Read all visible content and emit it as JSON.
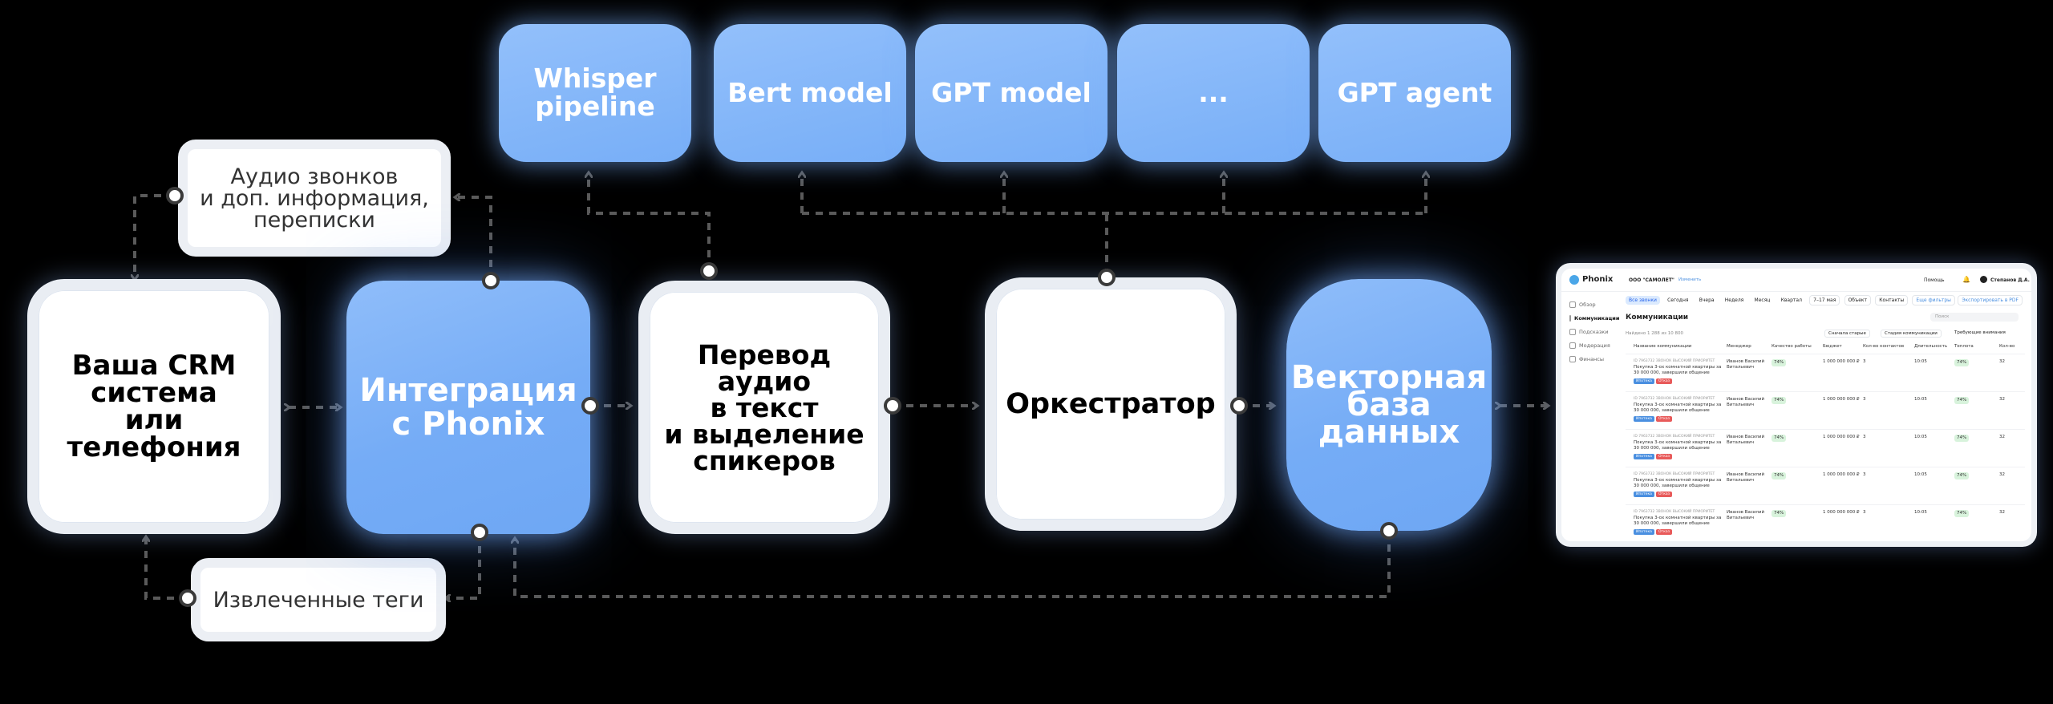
{
  "diagram": {
    "crm": "Ваша CRM\nсистема\nили телефония",
    "integration": "Интеграция\nс Phonix",
    "transcription": "Перевод аудио\nв текст\nи выделение\nспикеров",
    "orchestrator": "Оркестратор",
    "vector_db": "Векторная\nбаза\nданных",
    "note_audio": "Аудио звонков\nи доп. информация,\nпереписки",
    "note_tags": "Извлеченные теги",
    "models": [
      "Whisper\npipeline",
      "Bert model",
      "GPT model",
      "...",
      "GPT agent"
    ]
  },
  "colors": {
    "blue": "#77aef7",
    "background": "#000000",
    "wire": "#5a5a5a"
  },
  "app": {
    "logo": "Phonix",
    "company": "ООО \"САМОЛЕТ\"",
    "company_link": "Изменить",
    "help": "Помощь",
    "user": "Степанов Д.А.",
    "nav": [
      "Обзор",
      "Коммуникации",
      "Подсказки",
      "Модерация",
      "Финансы"
    ],
    "filters": [
      "Все звонки",
      "Сегодня",
      "Вчера",
      "Неделя",
      "Месяц",
      "Квартал",
      "7–17 мая",
      "Объект",
      "Контакты",
      "Еще фильтры"
    ],
    "export": "Экспортировать в PDF",
    "section_title": "Коммуникации",
    "search_placeholder": "Поиск",
    "found": "Найдено 1 288 из 10 800",
    "sort_1": "Сначала старые",
    "sort_2": "Стадия коммуникации",
    "sort_3": "Требующие внимания",
    "columns": [
      "Название коммуникации",
      "Менеджер",
      "Качество работы",
      "Бюджет",
      "Кол-во контактов",
      "Длительность",
      "Теплота",
      "Кол-во"
    ],
    "rows": [
      {
        "id": "ID 7963732 ЗВОНОК ВЫСОКИЙ ПРИОРИТЕТ",
        "title": "Покупка 3-ох комнатной квартиры за 30 000 000, завершили общение",
        "manager": "Иванов Василий Витальевич",
        "quality": "74%",
        "budget": "1 000 000 000 ₽",
        "contacts": "3",
        "duration": "10:05",
        "warmth": "74%",
        "count": "32"
      },
      {
        "id": "ID 7963732 ЗВОНОК ВЫСОКИЙ ПРИОРИТЕТ",
        "title": "Покупка 3-ох комнатной квартиры за 30 000 000, завершили общение",
        "manager": "Иванов Василий Витальевич",
        "quality": "74%",
        "budget": "1 000 000 000 ₽",
        "contacts": "3",
        "duration": "10:05",
        "warmth": "74%",
        "count": "32"
      },
      {
        "id": "ID 7963732 ЗВОНОК ВЫСОКИЙ ПРИОРИТЕТ",
        "title": "Покупка 3-ох комнатной квартиры за 30 000 000, завершили общение",
        "manager": "Иванов Василий Витальевич",
        "quality": "74%",
        "budget": "1 000 000 000 ₽",
        "contacts": "3",
        "duration": "10:05",
        "warmth": "74%",
        "count": "32"
      },
      {
        "id": "ID 7963732 ЗВОНОК ВЫСОКИЙ ПРИОРИТЕТ",
        "title": "Покупка 3-ох комнатной квартиры за 30 000 000, завершили общение",
        "manager": "Иванов Василий Витальевич",
        "quality": "74%",
        "budget": "1 000 000 000 ₽",
        "contacts": "3",
        "duration": "10:05",
        "warmth": "74%",
        "count": "32"
      },
      {
        "id": "ID 7963732 ЗВОНОК ВЫСОКИЙ ПРИОРИТЕТ",
        "title": "Покупка 3-ох комнатной квартиры за 30 000 000, завершили общение",
        "manager": "Иванов Василий Витальевич",
        "quality": "74%",
        "budget": "1 000 000 000 ₽",
        "contacts": "3",
        "duration": "10:05",
        "warmth": "74%",
        "count": "32"
      }
    ],
    "tag_a": "Ипотека",
    "tag_b": "Отказ"
  }
}
